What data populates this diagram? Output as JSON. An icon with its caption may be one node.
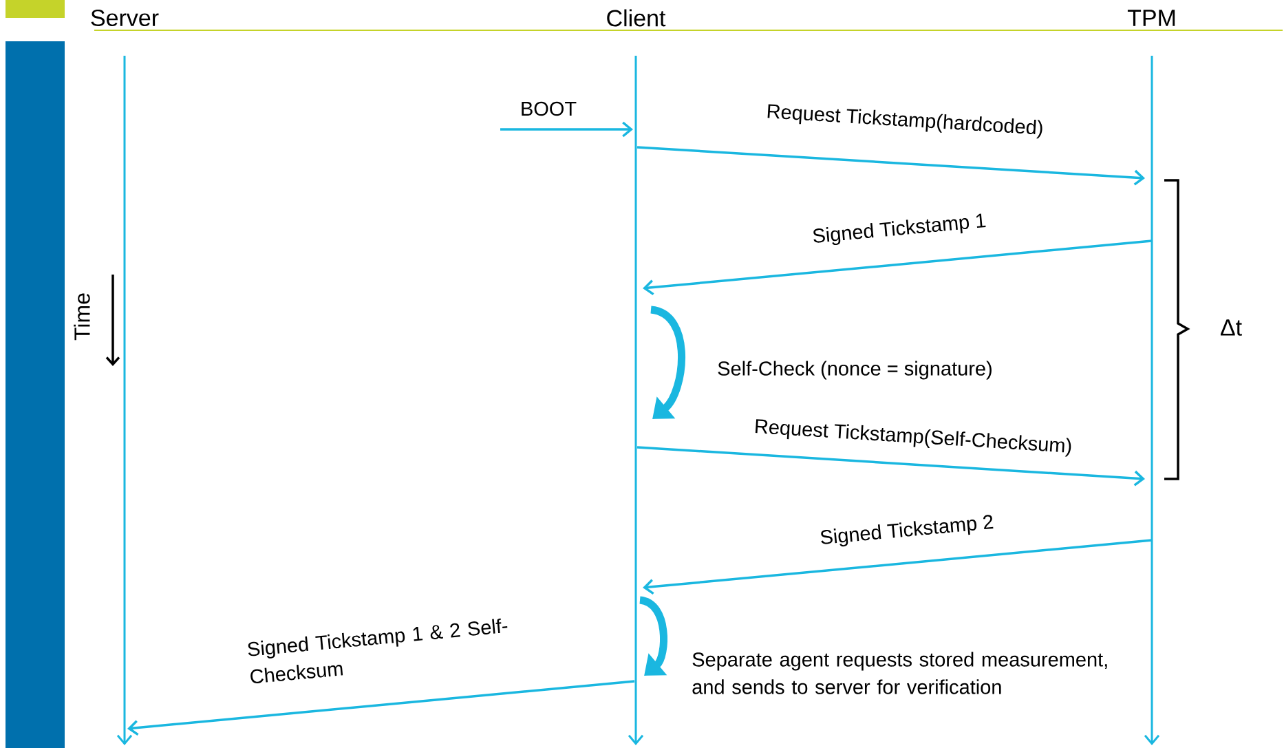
{
  "diagram": {
    "nodes": [
      {
        "text": [
          "Server"
        ]
      },
      {
        "text": [
          "Client"
        ]
      },
      {
        "text": [
          "TPM"
        ]
      }
    ],
    "edges": [
      {
        "from": null,
        "to": 1,
        "arrow": "to",
        "label": "BOOT"
      },
      {
        "from": 1,
        "to": 2,
        "arrow": "to",
        "label": "Request Tickstamp(hardcoded)"
      },
      {
        "from": 2,
        "to": 1,
        "arrow": "to",
        "label": "Signed Tickstamp 1"
      },
      {
        "from": 1,
        "to": 1,
        "arrow": "to",
        "style": "thick",
        "label": "Self-Check (nonce = signature)"
      },
      {
        "from": 1,
        "to": 2,
        "arrow": "to",
        "label": "Request Tickstamp(Self-Checksum)"
      },
      {
        "from": 2,
        "to": 1,
        "arrow": "to",
        "label": "Signed Tickstamp 2"
      },
      {
        "from": 1,
        "to": 1,
        "arrow": "to",
        "style": "thick",
        "label": "Separate agent requests stored measurement, and sends to server for verification"
      },
      {
        "from": 1,
        "to": 0,
        "arrow": "to",
        "label": "Signed Tickstamp 1 & 2 Self-Checksum"
      }
    ],
    "labels": [
      "Time",
      "Δt"
    ]
  }
}
